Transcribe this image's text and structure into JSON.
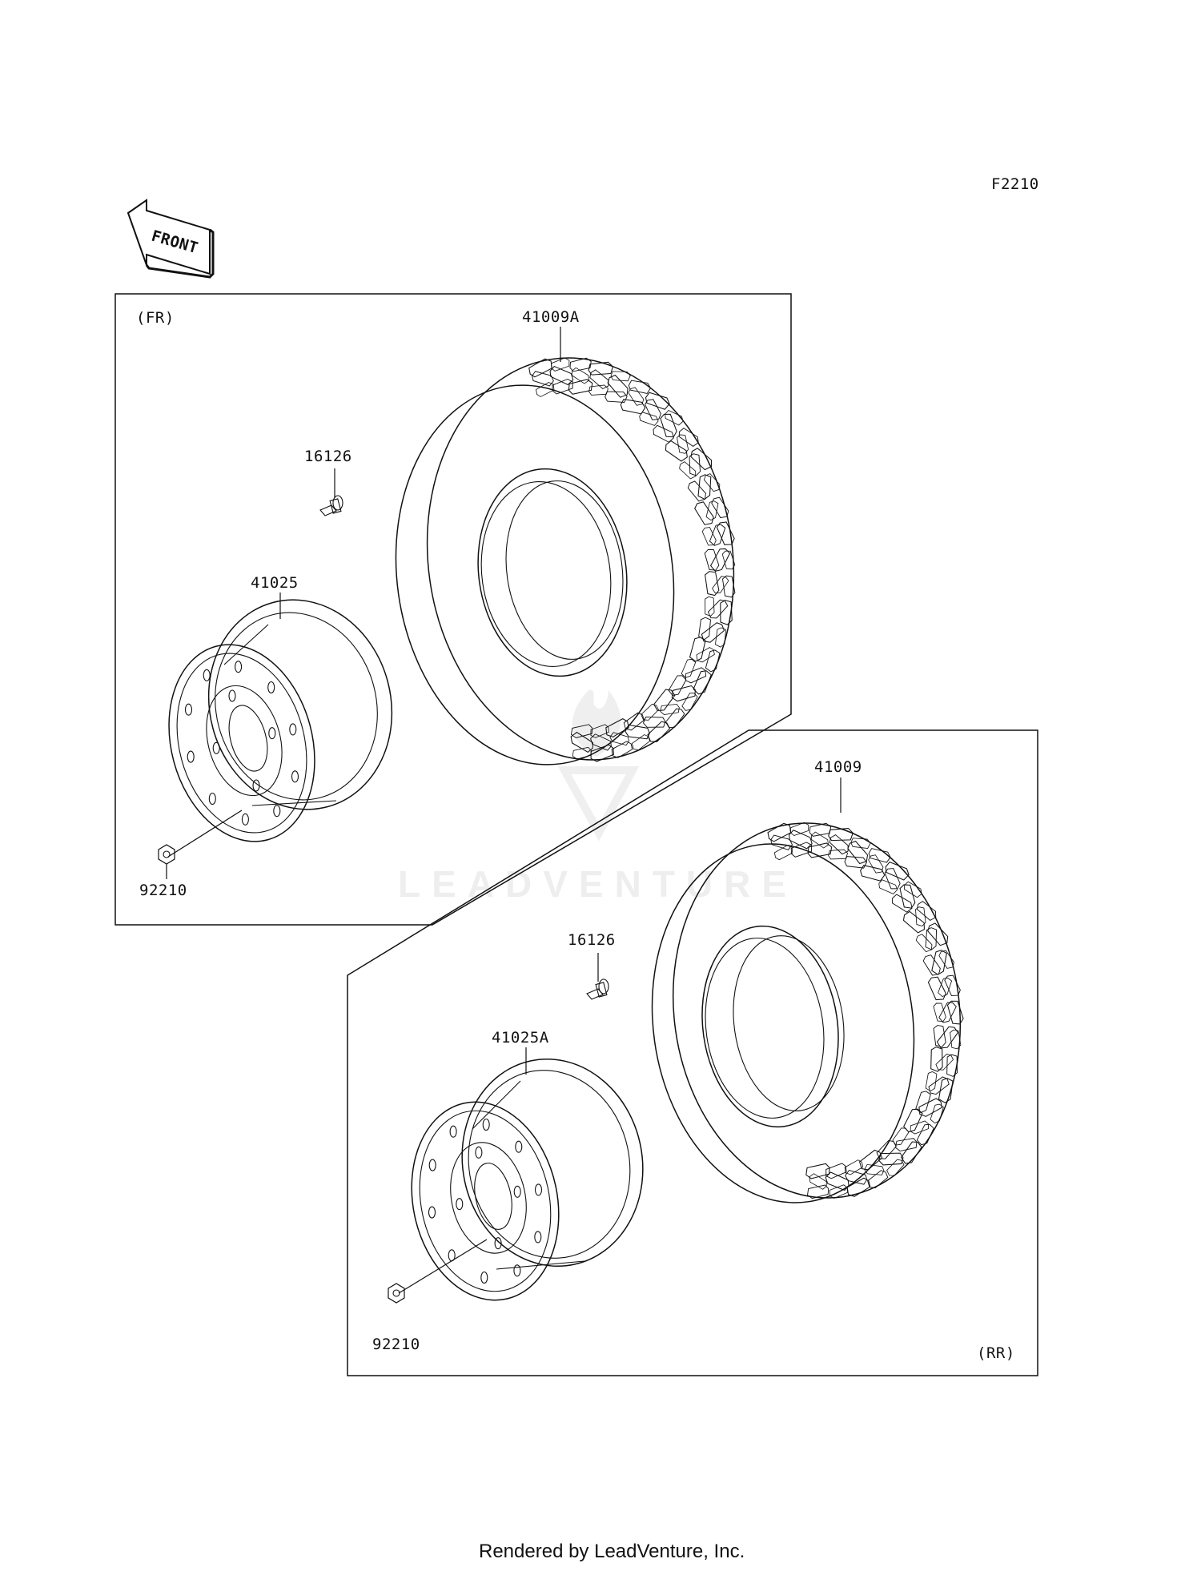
{
  "figure_code": "F2210",
  "front_arrow_text": "FRONT",
  "watermark_text": "LEADVENTURE",
  "footer": "Rendered by LeadVenture, Inc.",
  "front_panel": {
    "title": "(FR)",
    "parts": {
      "tire": "41009A",
      "valve": "16126",
      "wheel": "41025",
      "nut": "92210"
    }
  },
  "rear_panel": {
    "title": "(RR)",
    "parts": {
      "tire": "41009",
      "valve": "16126",
      "wheel": "41025A",
      "nut": "92210"
    }
  },
  "colors": {
    "line": "#111111",
    "background": "#ffffff",
    "watermark": "#eeeeee"
  }
}
